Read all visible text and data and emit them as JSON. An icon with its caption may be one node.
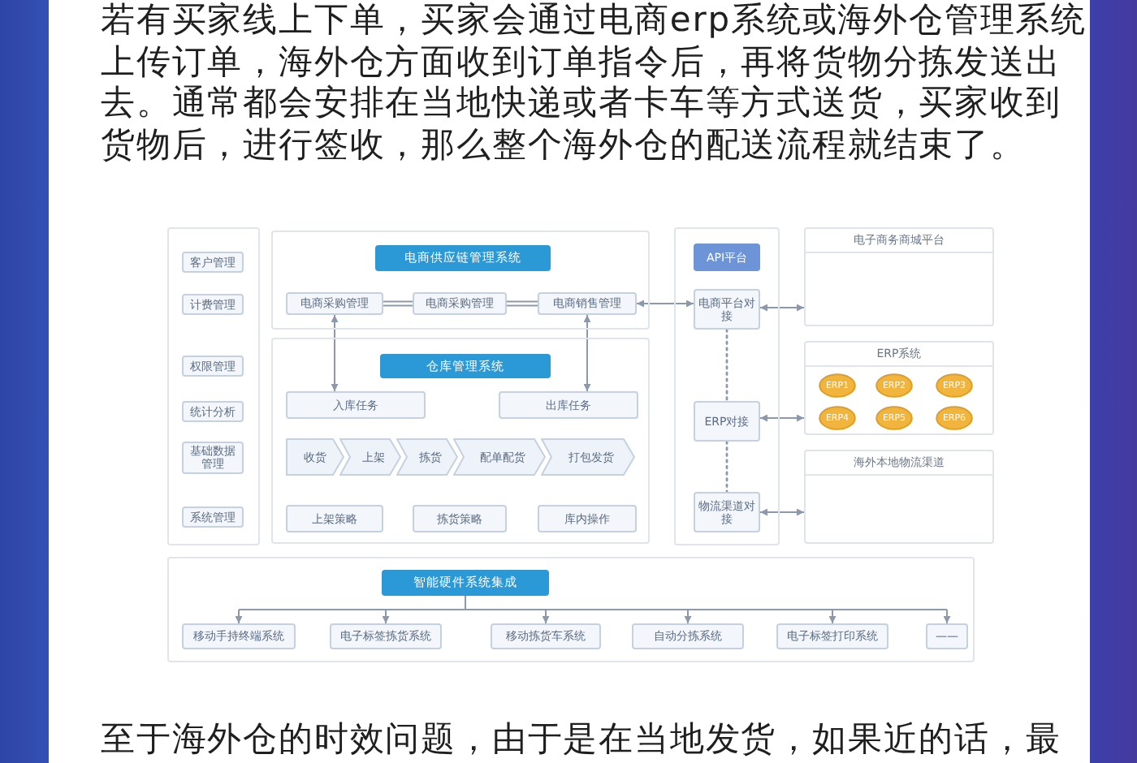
{
  "diagram": {
    "nodes": [
      {
        "text": [],
        "shape": "box"
      },
      {
        "text": [
          "客户管理"
        ],
        "in": 0
      },
      {
        "text": [
          "计费管理"
        ],
        "in": 0
      },
      {
        "text": [
          "权限管理"
        ],
        "in": 0
      },
      {
        "text": [
          "统计分析"
        ],
        "in": 0
      },
      {
        "text": [
          "基础数据管理"
        ],
        "in": 0
      },
      {
        "text": [
          "系统管理"
        ],
        "in": 0
      },
      {
        "text": [],
        "shape": "box"
      },
      {
        "text": [
          "电商供应链管理系统"
        ],
        "in": 7
      },
      {
        "text": [
          "电商采购管理"
        ],
        "in": 7
      },
      {
        "text": [
          "电商采购管理"
        ],
        "in": 7
      },
      {
        "text": [
          "电商销售管理"
        ],
        "in": 7
      },
      {
        "text": [],
        "shape": "box"
      },
      {
        "text": [
          "仓库管理系统"
        ],
        "in": 12
      },
      {
        "text": [
          "入库任务"
        ],
        "in": 12
      },
      {
        "text": [
          "出库任务"
        ],
        "in": 12
      },
      {
        "text": [
          "收货"
        ],
        "in": 12
      },
      {
        "text": [
          "上架"
        ],
        "in": 12
      },
      {
        "text": [
          "拣货"
        ],
        "in": 12
      },
      {
        "text": [
          "配单配货"
        ],
        "in": 12
      },
      {
        "text": [
          "打包发货"
        ],
        "in": 12
      },
      {
        "text": [
          "上架策略"
        ],
        "in": 12
      },
      {
        "text": [
          "拣货策略"
        ],
        "in": 12
      },
      {
        "text": [
          "库内操作"
        ],
        "in": 12
      },
      {
        "text": [],
        "shape": "box"
      },
      {
        "text": [
          "API平台"
        ],
        "in": 24
      },
      {
        "text": [
          "电商平台对接"
        ],
        "in": 24
      },
      {
        "text": [
          "ERP对接"
        ],
        "in": 24
      },
      {
        "text": [
          "物流渠道对接"
        ],
        "in": 24
      },
      {
        "text": [
          "电子商务商城平台"
        ]
      },
      {
        "text": [
          "ERP系统"
        ]
      },
      {
        "text": [
          "ERP1"
        ],
        "in": 30
      },
      {
        "text": [
          "ERP2"
        ],
        "in": 30
      },
      {
        "text": [
          "ERP3"
        ],
        "in": 30
      },
      {
        "text": [
          "ERP4"
        ],
        "in": 30
      },
      {
        "text": [
          "ERP5"
        ],
        "in": 30
      },
      {
        "text": [
          "ERP6"
        ],
        "in": 30
      },
      {
        "text": [
          "海外本地物流渠道"
        ]
      },
      {
        "text": [],
        "shape": "box"
      },
      {
        "text": [
          "智能硬件系统集成"
        ],
        "in": 38
      },
      {
        "text": [
          "移动手持终端系统"
        ],
        "in": 38
      },
      {
        "text": [
          "电子标签拣货系统"
        ],
        "in": 38
      },
      {
        "text": [
          "移动拣货车系统"
        ],
        "in": 38
      },
      {
        "text": [
          "自动分拣系统"
        ],
        "in": 38
      },
      {
        "text": [
          "电子标签打印系统"
        ],
        "in": 38
      },
      {
        "text": [
          "——"
        ],
        "in": 38
      }
    ],
    "edges": [
      {
        "from": 26,
        "to": 11,
        "arrow": "both"
      },
      {
        "from": 9,
        "to": 10,
        "arrow": "none"
      },
      {
        "from": 10,
        "to": 11,
        "arrow": "none"
      },
      {
        "from": 9,
        "to": 14,
        "arrow": "both"
      },
      {
        "from": 11,
        "to": 15,
        "arrow": "both"
      },
      {
        "from": 26,
        "to": 29,
        "arrow": "both"
      },
      {
        "from": 27,
        "to": 30,
        "arrow": "both"
      },
      {
        "from": 28,
        "to": 37,
        "arrow": "both"
      },
      {
        "from": 26,
        "to": 27,
        "arrow": "none",
        "style": "dashed"
      },
      {
        "from": 27,
        "to": 28,
        "arrow": "none",
        "style": "dashed"
      },
      {
        "from": 39,
        "to": 40,
        "arrow": "to"
      },
      {
        "from": 39,
        "to": 41,
        "arrow": "to"
      },
      {
        "from": 39,
        "to": 42,
        "arrow": "to"
      },
      {
        "from": 39,
        "to": 43,
        "arrow": "to"
      },
      {
        "from": 39,
        "to": 44,
        "arrow": "to"
      },
      {
        "from": 39,
        "to": 45,
        "arrow": "to"
      }
    ],
    "labels": [
      "若有买家线上下单，买家会通过电商erp系统或海外仓管理系统上传订单，海外仓方面收到订单指令后，再将货物分拣发送出去。通常都会安排在当地快递或者卡车等方式送货，买家收到货物后，进行签收，那么整个海外仓的配送流程就结束了。",
      "至于海外仓的时效问题，由于是在当地发货，如果近的话，最"
    ]
  }
}
